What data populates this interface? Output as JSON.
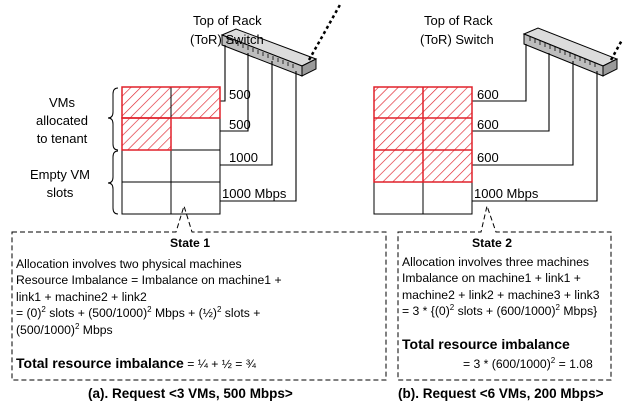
{
  "left": {
    "switch_label_1": "Top of Rack",
    "switch_label_2": "(ToR) Switch",
    "vms_label": [
      "VMs",
      "allocated",
      "to tenant"
    ],
    "empty_label": [
      "Empty VM",
      "slots"
    ],
    "link_labels": [
      "500",
      "500",
      "1000",
      "1000 Mbps"
    ],
    "state_title": "State 1",
    "lines": {
      "l1": "Allocation involves two physical machines",
      "l2": "Resource Imbalance = Imbalance on machine1 +",
      "l3": "link1 + machine2 + link2",
      "l4a": "= (0)",
      "l4b": "2",
      "l4c": " slots + (500/1000)",
      "l4d": "2",
      "l4e": " Mbps + (½)",
      "l4f": "2",
      "l4g": " slots +",
      "l5a": "(500/1000)",
      "l5b": "2",
      "l5c": " Mbps",
      "total_bold": "Total resource imbalance",
      "total_rest": " = ¼ + ½ = ¾"
    },
    "caption": "(a). Request <3 VMs, 500 Mbps>"
  },
  "right": {
    "switch_label_1": "Top of Rack",
    "switch_label_2": "(ToR) Switch",
    "link_labels": [
      "600",
      "600",
      "600",
      "1000 Mbps"
    ],
    "state_title": "State 2",
    "lines": {
      "l1": "Allocation involves three machines",
      "l2": "Imbalance on machine1 + link1 +",
      "l3": "machine2 + link2 + machine3 + link3",
      "l4a": "=  3 * {(0)",
      "l4b": "2",
      "l4c": " slots + (600/1000)",
      "l4d": "2",
      "l4e": " Mbps}",
      "total_bold": "Total resource imbalance",
      "l6a": "= 3 * (600/1000)",
      "l6b": "2",
      "l6c": " = 1.08"
    },
    "caption": "(b). Request <6 VMs, 200 Mbps>"
  },
  "colors": {
    "hatch": "#e0202a",
    "line": "#000000"
  }
}
